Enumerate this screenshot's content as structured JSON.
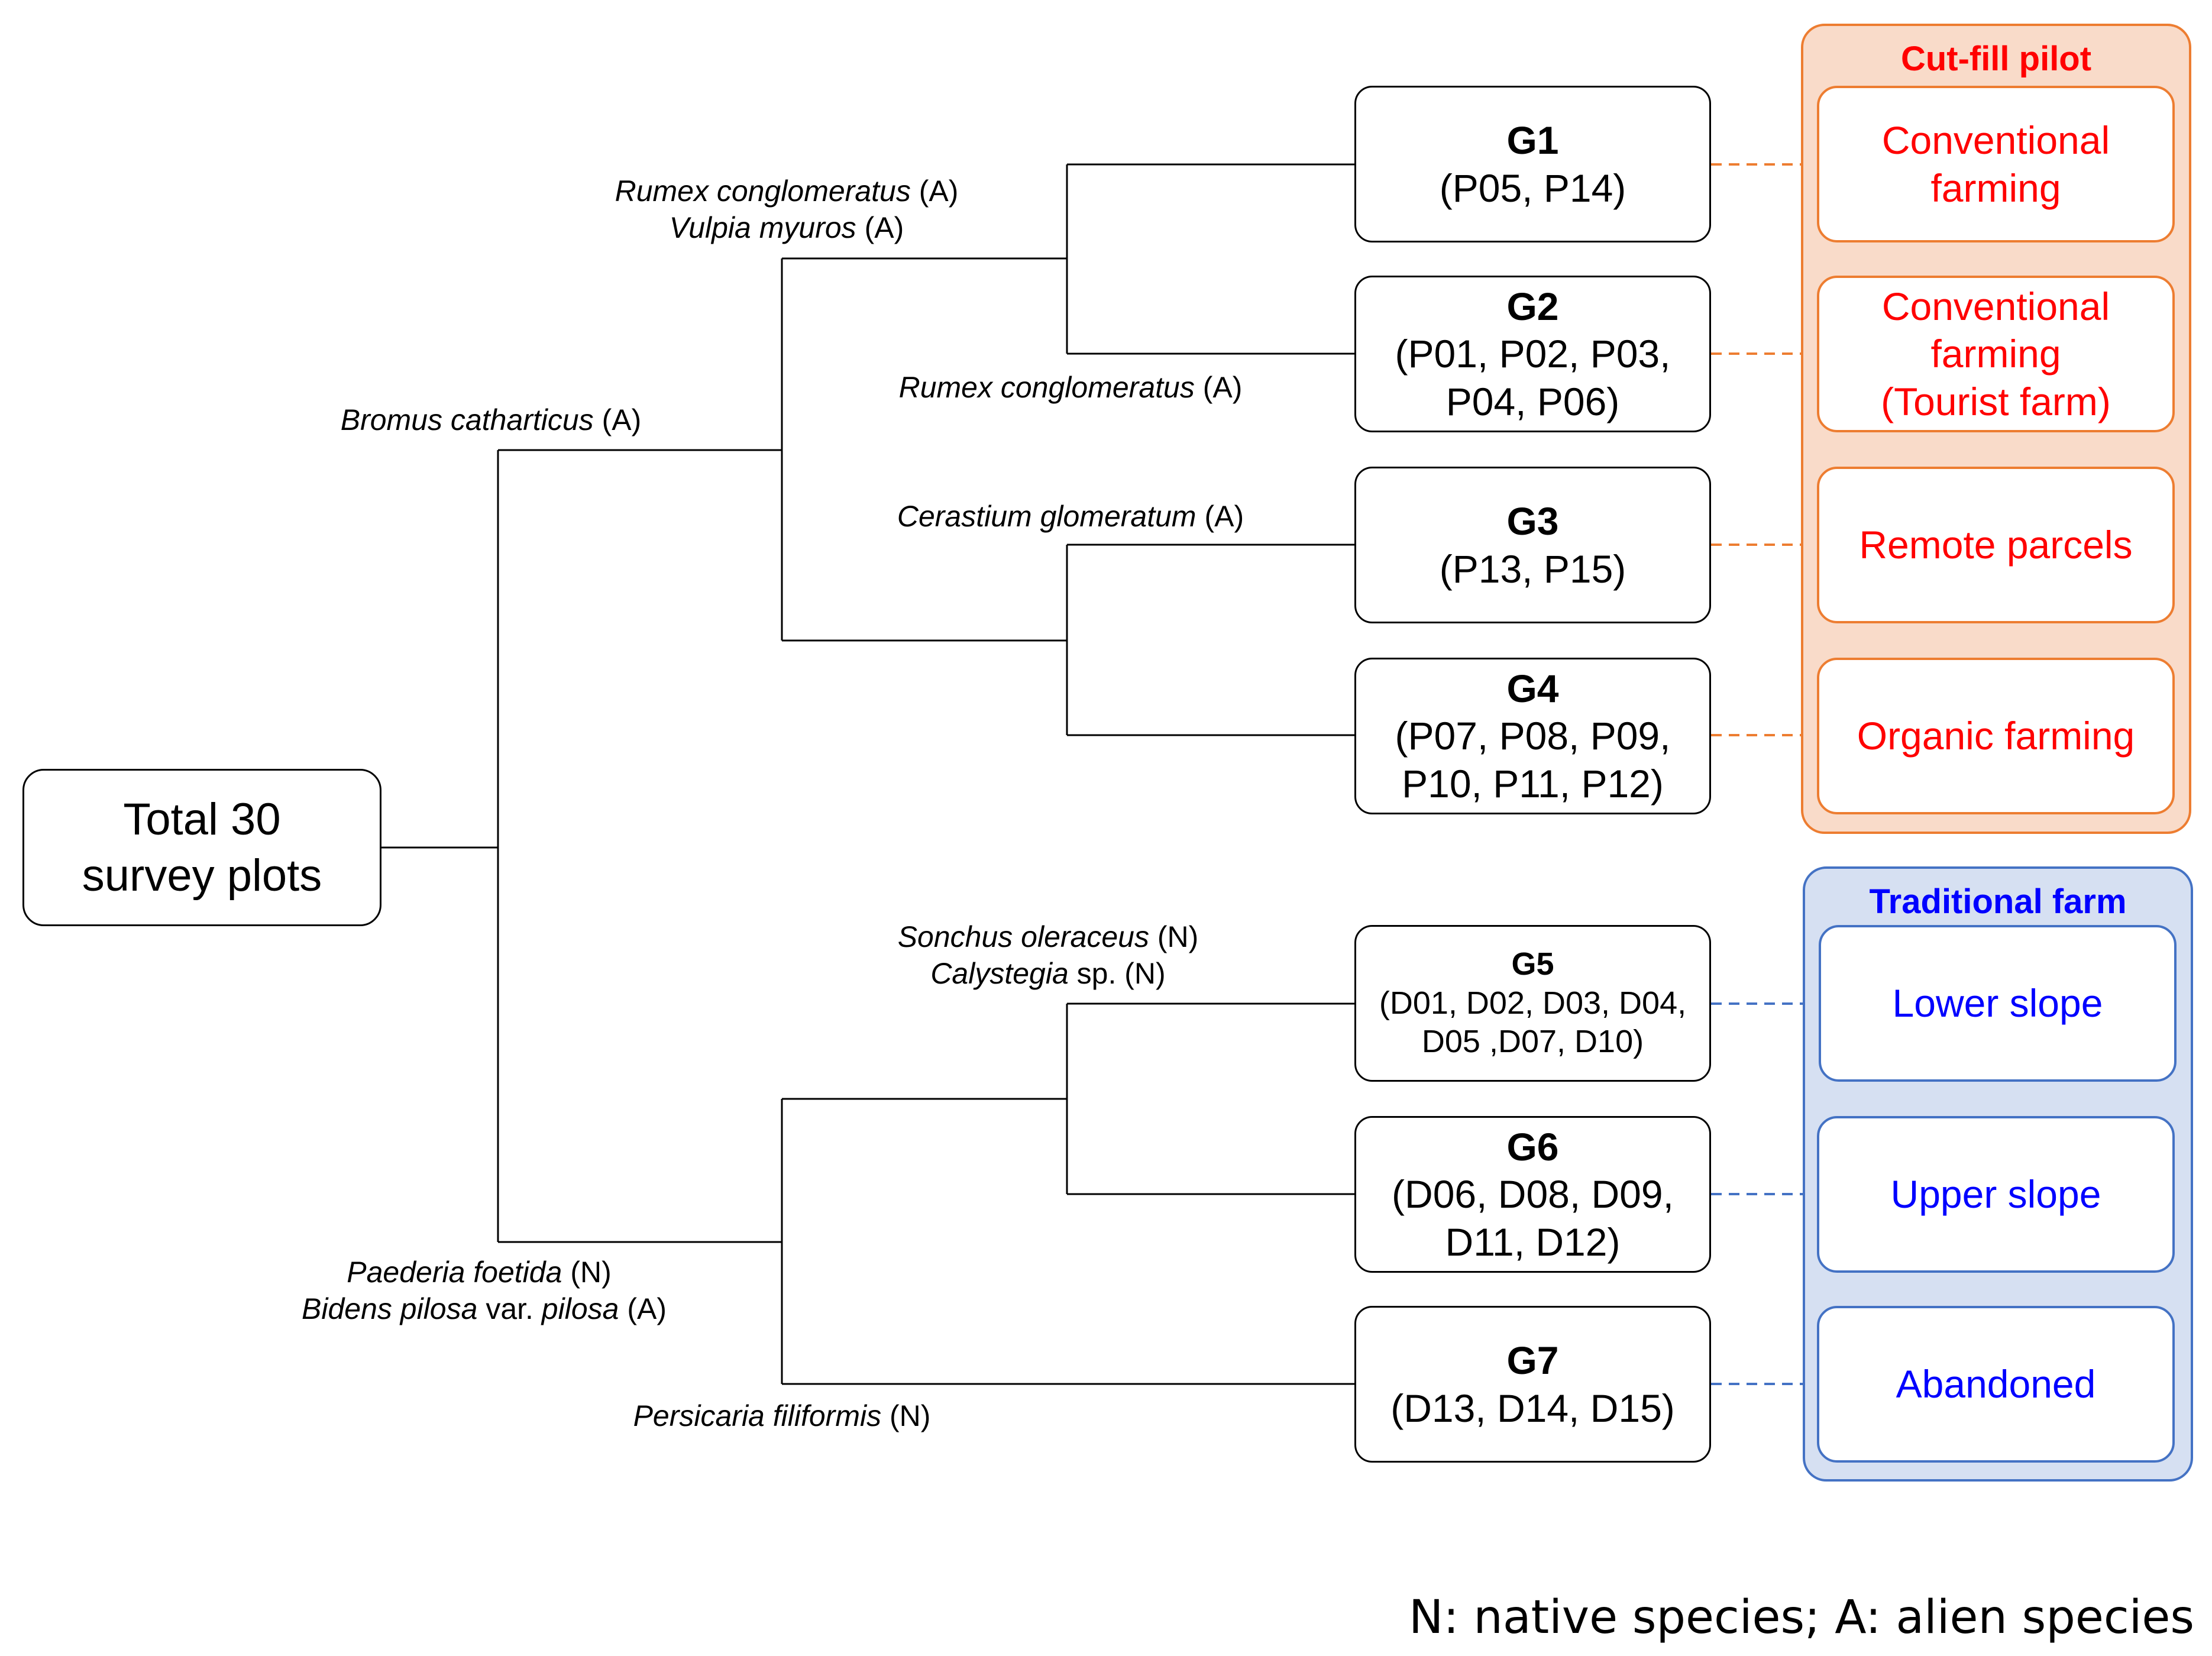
{
  "colors": {
    "pilot_accent": "#ed7d31",
    "pilot_fill": "#f9dbc9",
    "pilot_text": "#ff0000",
    "trad_accent": "#4472c4",
    "trad_fill": "#d6e0f2",
    "trad_text": "#0000ff"
  },
  "root": {
    "line1": "Total 30",
    "line2": "survey plots"
  },
  "groups": [
    {
      "name": "G1",
      "line1": "(P05, P14)",
      "line2": ""
    },
    {
      "name": "G2",
      "line1": "(P01, P02, P03,",
      "line2": "P04, P06)"
    },
    {
      "name": "G3",
      "line1": "(P13, P15)",
      "line2": ""
    },
    {
      "name": "G4",
      "line1": "(P07, P08, P09,",
      "line2": "P10, P11, P12)"
    },
    {
      "name": "G5",
      "line1": "(D01, D02, D03, D04,",
      "line2": "D05 ,D07, D10)"
    },
    {
      "name": "G6",
      "line1": "(D06, D08, D09,",
      "line2": "D11, D12)"
    },
    {
      "name": "G7",
      "line1": "(D13, D14, D15)",
      "line2": ""
    }
  ],
  "panels": {
    "pilot": {
      "title": "Cut-fill pilot",
      "items": [
        {
          "line1": "Conventional",
          "line2": "farming",
          "line3": ""
        },
        {
          "line1": "Conventional",
          "line2": "farming",
          "line3": "(Tourist farm)"
        },
        {
          "line1": "Remote parcels",
          "line2": "",
          "line3": ""
        },
        {
          "line1": "Organic farming",
          "line2": "",
          "line3": ""
        }
      ]
    },
    "traditional": {
      "title": "Traditional farm",
      "items": [
        {
          "line1": "Lower slope"
        },
        {
          "line1": "Upper slope"
        },
        {
          "line1": "Abandoned"
        }
      ]
    }
  },
  "species": {
    "bromus": {
      "name": "Bromus catharticus",
      "tag": " (A)"
    },
    "rumex_vulpia": [
      {
        "name": "Rumex conglomeratus",
        "tag": " (A)"
      },
      {
        "name": "Vulpia myuros",
        "tag": " (A)"
      }
    ],
    "rumex": {
      "name": "Rumex conglomeratus",
      "tag": " (A)"
    },
    "cerastium": {
      "name": "Cerastium glomeratum",
      "tag": " (A)"
    },
    "sonchus_calystegia": [
      {
        "name": "Sonchus oleraceus",
        "tag": " (N)"
      },
      {
        "name": "Calystegia",
        "tag": " sp. (N)"
      }
    ],
    "paederia_bidens": {
      "l1_name": "Paederia foetida",
      "l1_tag": " (N)",
      "l2_name": "Bidens pilosa",
      "l2_mid": " var. ",
      "l2_name2": "pilosa",
      "l2_tag": " (A)"
    },
    "persicaria": {
      "name": "Persicaria filiformis",
      "tag": " (N)"
    }
  },
  "legend": "N: native species; A: alien species"
}
